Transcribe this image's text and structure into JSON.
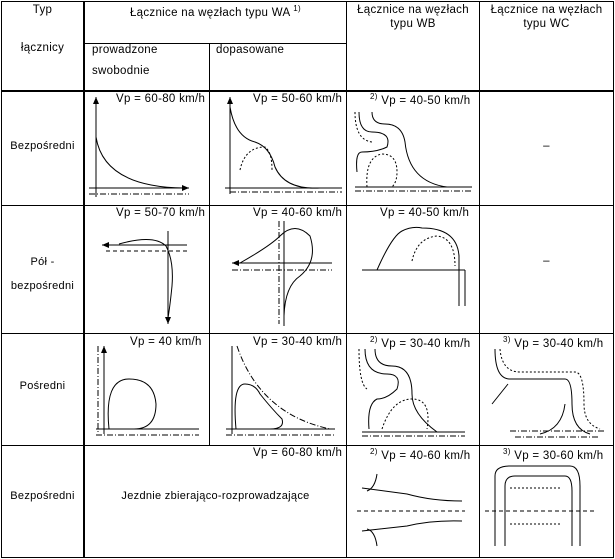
{
  "header": {
    "type_col": [
      "Typ",
      "łącznicy"
    ],
    "wa": "Łącznice na węzłach typu WA",
    "wa_note": "1)",
    "wa_free": [
      "prowadzone",
      "swobodnie"
    ],
    "wa_fit": "dopasowane",
    "wb": [
      "Łącznice na węzłach",
      "typu WB"
    ],
    "wc": [
      "Łącznice na węzłach",
      "typu WC"
    ]
  },
  "rows": [
    {
      "type": [
        "Bezpośredni"
      ],
      "free": "Vp = 60-80 km/h",
      "fit": "Vp = 50-60 km/h",
      "wb_note": "2)",
      "wb": "Vp = 40-50 km/h",
      "wc": "–"
    },
    {
      "type": [
        "Pół -",
        "bezpośredni"
      ],
      "free": "Vp = 50-70 km/h",
      "fit": "Vp = 40-60 km/h",
      "wb": "Vp = 40-50 km/h",
      "wc": "–"
    },
    {
      "type": [
        "Pośredni"
      ],
      "free": "Vp = 40 km/h",
      "fit": "Vp = 30-40 km/h",
      "wb_note": "2)",
      "wb": "Vp = 30-40 km/h",
      "wc_note": "3)",
      "wc": "Vp = 30-40 km/h"
    },
    {
      "type": [
        "Bezpośredni"
      ],
      "wa": "Vp = 60-80 km/h",
      "wa_desc": "Jezdnie zbierająco-rozprowadzające",
      "wb_note": "2)",
      "wb": "Vp = 40-60 km/h",
      "wc_note": "3)",
      "wc": "Vp = 30-60 km/h"
    }
  ]
}
